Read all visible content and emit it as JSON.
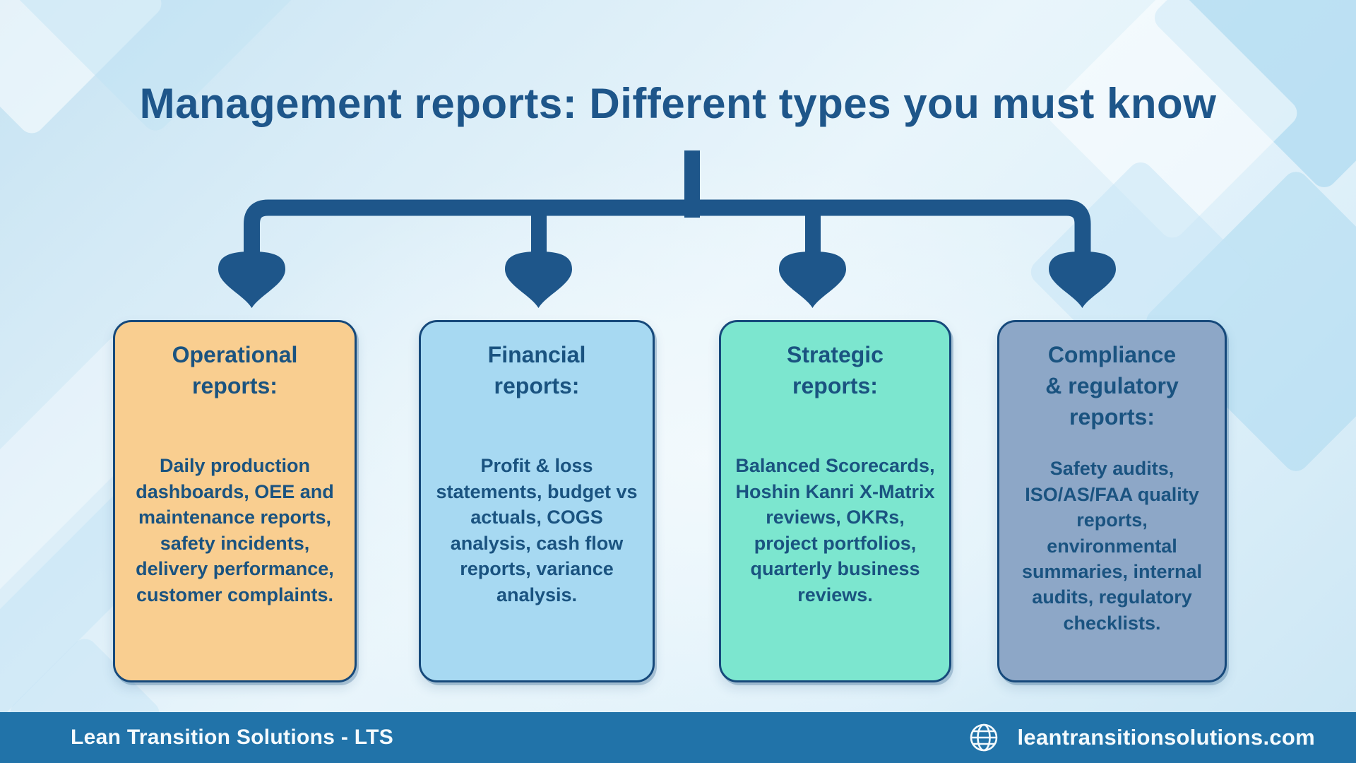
{
  "title": "Management reports: Different types you must know",
  "colors": {
    "accent": "#1E568A",
    "cardBorder": "#16497B",
    "cardText": "#1A5380",
    "footerBg": "#2173A9",
    "footerText": "#F4FAFD"
  },
  "cards": [
    {
      "heading": "Operational\nreports:",
      "body": "Daily production dashboards, OEE and maintenance reports, safety incidents, delivery performance, customer complaints.",
      "fill": "#F9CE90"
    },
    {
      "heading": "Financial\nreports:",
      "body": "Profit & loss statements, budget vs actuals, COGS analysis, cash flow reports, variance analysis.",
      "fill": "#A7D9F2"
    },
    {
      "heading": "Strategic\nreports:",
      "body": "Balanced Scorecards, Hoshin Kanri X-Matrix reviews, OKRs, project portfolios, quarterly business reviews.",
      "fill": "#7CE6CF"
    },
    {
      "heading": "Compliance\n& regulatory\nreports:",
      "body": "Safety audits, ISO/AS/FAA quality reports, environmental summaries, internal audits, regulatory checklists.",
      "fill": "#8DA7C7"
    }
  ],
  "footer": {
    "brand": "Lean Transition Solutions - LTS",
    "website": "leantransitionsolutions.com",
    "icon": "globe-icon"
  }
}
